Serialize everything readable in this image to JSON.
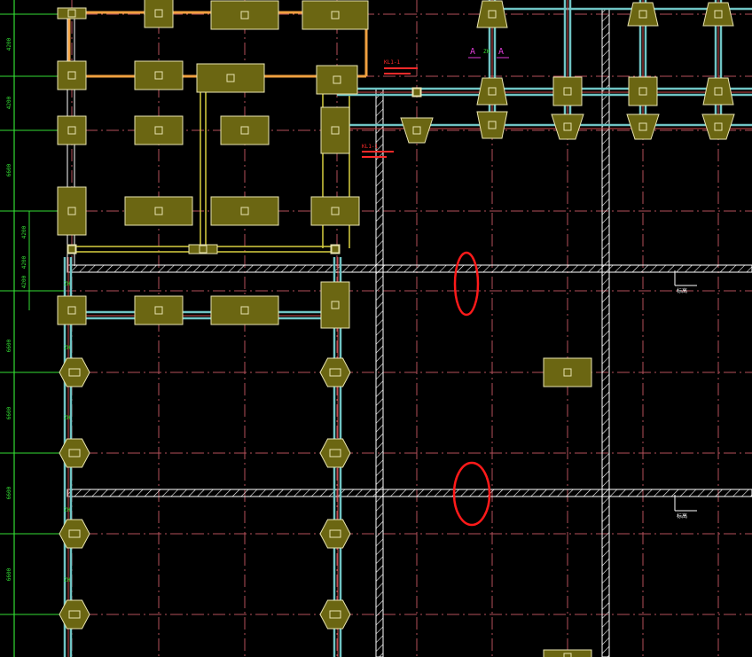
{
  "drawing": {
    "background": "#000000",
    "colors": {
      "grid_line": "#b4505a",
      "footing_fill": "#6b6612",
      "footing_stroke": "#e8e4b0",
      "beam_cyan": "#6fc4c4",
      "beam_red": "#d24a4a",
      "orange_beam": "#f0a040",
      "yellow_line": "#d8d040",
      "dim_green": "#33dd33",
      "wall_white": "#ffffff",
      "annotation_red": "#ff2a2a",
      "section_magenta": "#e03cd8",
      "highlight_ellipse": "#ff1a1a"
    },
    "section_marks": [
      "A",
      "A"
    ],
    "dimensions_left": [
      "4200",
      "4200",
      "6600",
      "4200",
      "4200",
      "4200",
      "6600",
      "6600",
      "6600",
      "6600"
    ],
    "beam_tags": [
      {
        "text": "KL1-1"
      },
      {
        "text": "KL1-1"
      }
    ],
    "level_markers": [
      {
        "text": "标高"
      },
      {
        "text": "标高"
      }
    ],
    "pile_marks": [
      "ZH",
      "ZH",
      "ZH",
      "ZH",
      "ZH",
      "ZH"
    ],
    "highlights": 2
  }
}
